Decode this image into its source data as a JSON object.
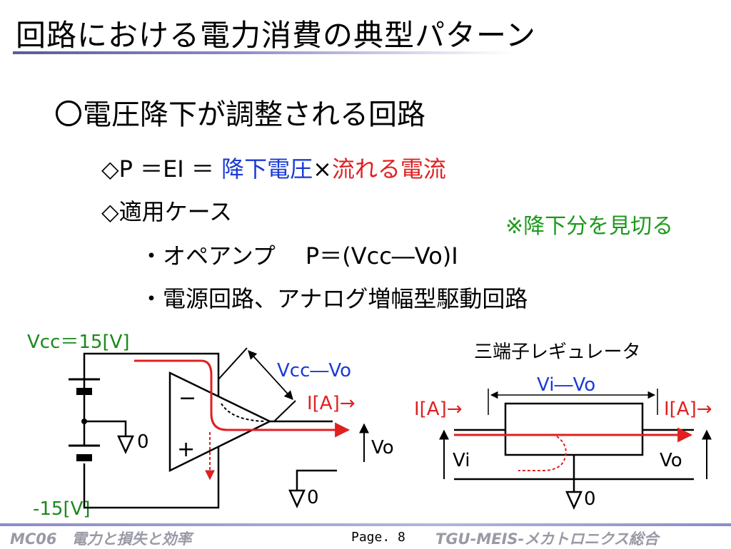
{
  "slide": {
    "title": "回路における電力消費の典型パターン",
    "heading": "〇電圧降下が調整される回路",
    "formula": {
      "prefix": "◇P ＝EI ＝ ",
      "drop_voltage": "降下電圧",
      "times": "×",
      "current": "流れる電流"
    },
    "cases_label": "◇適用ケース",
    "note": "※降下分を見切る",
    "opamp_case": "・オペアンプ　 P＝(Vcc―Vo)I",
    "power_case": "・電源回路、アナログ増幅型駆動回路"
  },
  "diagram": {
    "opamp": {
      "vcc_label": "Vcc＝15[V]",
      "neg_label": "-15[V]",
      "ground_label": "0",
      "ground_label_2": "0",
      "minus_sign": "−",
      "plus_sign": "+",
      "drop_label": "Vcc―Vo",
      "current_label": "I[A]→",
      "vo_label": "Vo"
    },
    "regulator": {
      "title": "三端子レギュレータ",
      "drop_label": "Vi―Vo",
      "current_in": "I[A]→",
      "current_out": "I[A]→",
      "vi_label": "Vi",
      "vo_label": "Vo",
      "ground_label": "0"
    }
  },
  "footer": {
    "left": "MC06　電力と損失と効率",
    "page": "Page. 8",
    "right": "TGU-MEIS-メカトロニクス総合"
  },
  "colors": {
    "blue": "#1a3ad6",
    "red": "#e02020",
    "green": "#1a8a1a",
    "footer_gray": "#9a9aa6"
  }
}
